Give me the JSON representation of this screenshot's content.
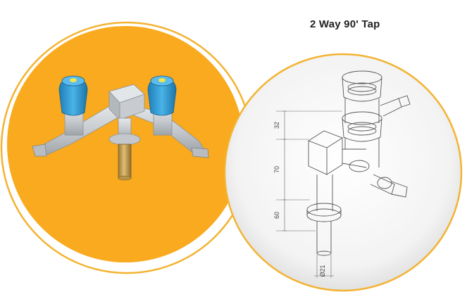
{
  "title": "2 Way 90' Tap",
  "dimensions": {
    "top": "32",
    "middle": "70",
    "lower": "60",
    "diameter": "Ø21"
  },
  "colors": {
    "photo_circle": "#F9AA1E",
    "ring": "#F3B332",
    "handle_blue": "#2C9BD6",
    "handle_yellow": "#F2E64A",
    "body_grey": "#C9CDD2",
    "brass": "#C9A153"
  }
}
